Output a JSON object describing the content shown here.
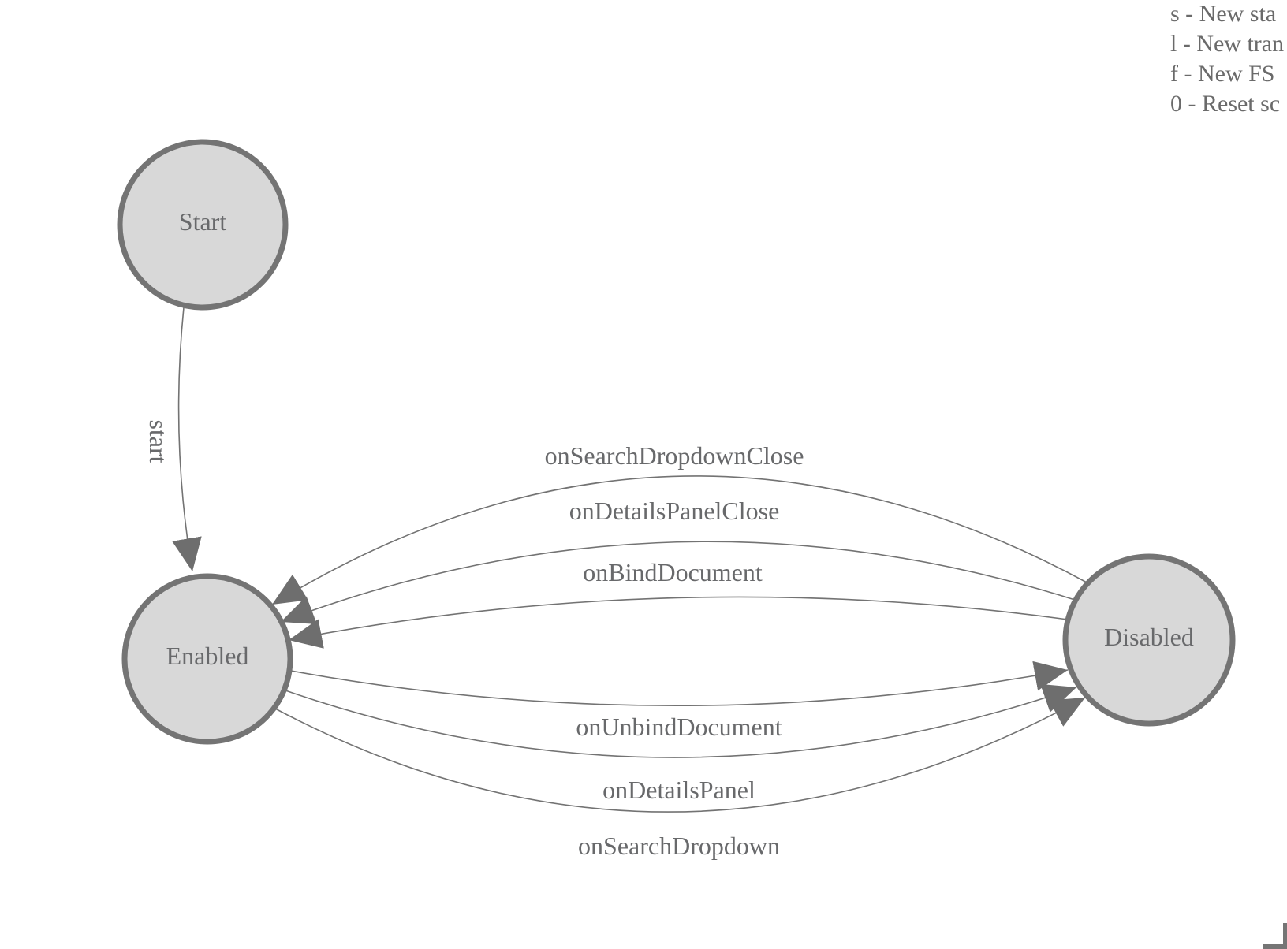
{
  "legend": {
    "lines": [
      "s - New sta",
      "l - New tran",
      "f - New FS",
      "0 - Reset sc"
    ]
  },
  "fsm": {
    "nodes": [
      {
        "label": "Start"
      },
      {
        "label": "Enabled"
      },
      {
        "label": "Disabled"
      }
    ],
    "edges": [
      {
        "label": "start",
        "from": "Start",
        "to": "Enabled"
      },
      {
        "label": "onSearchDropdownClose",
        "from": "Disabled",
        "to": "Enabled"
      },
      {
        "label": "onDetailsPanelClose",
        "from": "Disabled",
        "to": "Enabled"
      },
      {
        "label": "onBindDocument",
        "from": "Disabled",
        "to": "Enabled"
      },
      {
        "label": "onUnbindDocument",
        "from": "Enabled",
        "to": "Disabled"
      },
      {
        "label": "onDetailsPanel",
        "from": "Enabled",
        "to": "Disabled"
      },
      {
        "label": "onSearchDropdown",
        "from": "Enabled",
        "to": "Disabled"
      }
    ],
    "colors": {
      "node_fill": "#d8d8d8",
      "node_stroke": "#747474",
      "edge_stroke": "#737373",
      "arrow_fill": "#6e6e6e",
      "text": "#68696b",
      "background": "#ffffff"
    }
  }
}
